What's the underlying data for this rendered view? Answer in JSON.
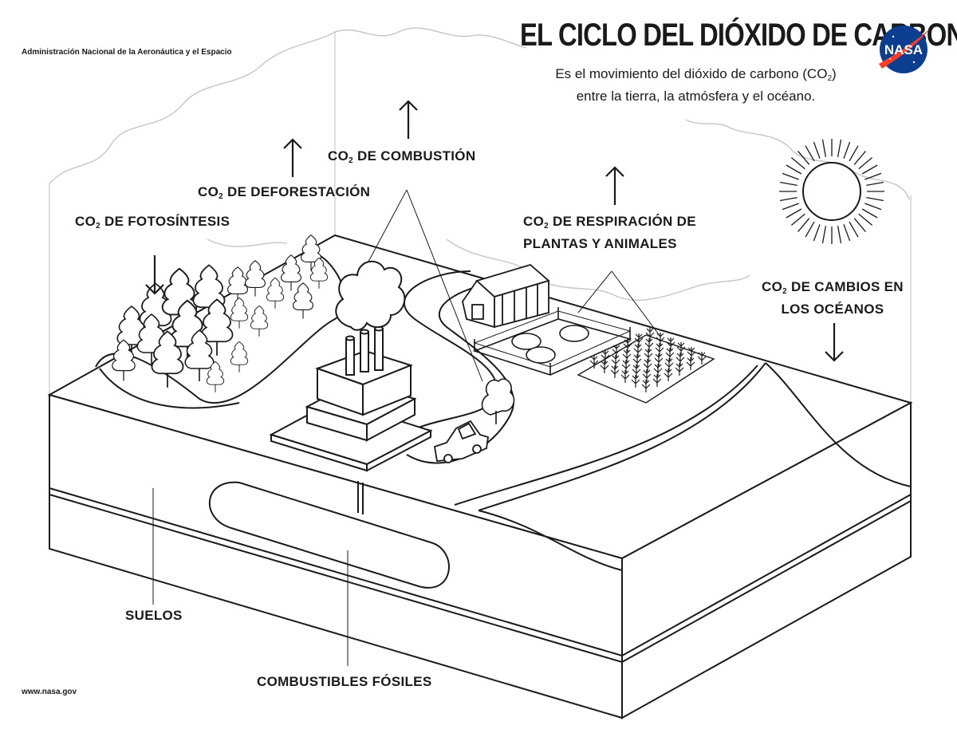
{
  "header": {
    "agency": "Administración Nacional de la Aeronáutica y el Espacio",
    "title": "EL CICLO DEL DIÓXIDO DE CARBONO",
    "subtitle_line1_a": "Es el movimiento del dióxido de carbono (CO",
    "subtitle_line1_sub": "2",
    "subtitle_line1_b": ")",
    "subtitle_line2": "entre la tierra, la atmósfera y el océano.",
    "logo_text": "NASA"
  },
  "labels": {
    "co": "CO",
    "sub2": "2",
    "photosynthesis": " DE FOTOSÍNTESIS",
    "deforestation": " DE DEFORESTACIÓN",
    "combustion": " DE COMBUSTIÓN",
    "respiration_line1": " DE RESPIRACIÓN DE",
    "respiration_line2": "PLANTAS Y ANIMALES",
    "oceans_line1": " DE CAMBIOS EN",
    "oceans_line2": "LOS OCÉANOS",
    "soils": "SUELOS",
    "fossil_fuels": "COMBUSTIBLES FÓSILES"
  },
  "footer": {
    "url": "www.nasa.gov"
  },
  "icons": {
    "arrows": [
      "arrow-up-icon",
      "arrow-down-icon"
    ],
    "sun": "sun-icon",
    "logo": "nasa-logo-icon"
  },
  "colors": {
    "ink": "#1a1a1a",
    "cloud": "#c8c8c8",
    "nasa_blue": "#0b3d91",
    "nasa_red": "#fc3d21"
  }
}
